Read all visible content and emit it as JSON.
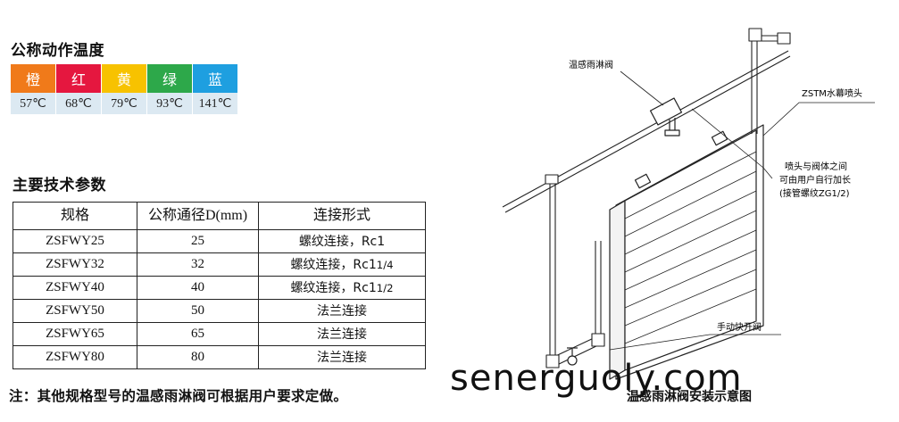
{
  "temperature": {
    "title": "公称动作温度",
    "swatches": [
      {
        "name": "橙",
        "temp": "57℃",
        "color": "#f07a1a"
      },
      {
        "name": "红",
        "temp": "68℃",
        "color": "#e5173f"
      },
      {
        "name": "黄",
        "temp": "79℃",
        "color": "#f7c200"
      },
      {
        "name": "绿",
        "temp": "93℃",
        "color": "#2da84a"
      },
      {
        "name": "蓝",
        "temp": "141℃",
        "color": "#1e9fe0"
      }
    ]
  },
  "params": {
    "title": "主要技术参数",
    "headers": [
      "规格",
      "公称通径D(mm)",
      "连接形式"
    ],
    "rows": [
      {
        "model": "ZSFWY25",
        "dn": "25",
        "conn": "螺纹连接，Rc1",
        "frac": ""
      },
      {
        "model": "ZSFWY32",
        "dn": "32",
        "conn": "螺纹连接，Rc1",
        "frac": "1/4"
      },
      {
        "model": "ZSFWY40",
        "dn": "40",
        "conn": "螺纹连接，Rc1",
        "frac": "1/2"
      },
      {
        "model": "ZSFWY50",
        "dn": "50",
        "conn": "法兰连接",
        "frac": ""
      },
      {
        "model": "ZSFWY65",
        "dn": "65",
        "conn": "法兰连接",
        "frac": ""
      },
      {
        "model": "ZSFWY80",
        "dn": "80",
        "conn": "法兰连接",
        "frac": ""
      }
    ]
  },
  "note": "注：其他规格型号的温感雨淋阀可根据用户要求定做。",
  "diagram": {
    "labels": {
      "valve": "温感雨淋阀",
      "nozzle": "ZSTM水幕喷头",
      "pipe_line1": "喷头与阀体之间",
      "pipe_line2": "可由用户自行加长",
      "pipe_line3": "(接管螺纹ZG1/2)",
      "manual": "手动快开阀"
    },
    "caption": "温感雨淋阀安装示意图"
  },
  "watermark": "senerguoly.com"
}
